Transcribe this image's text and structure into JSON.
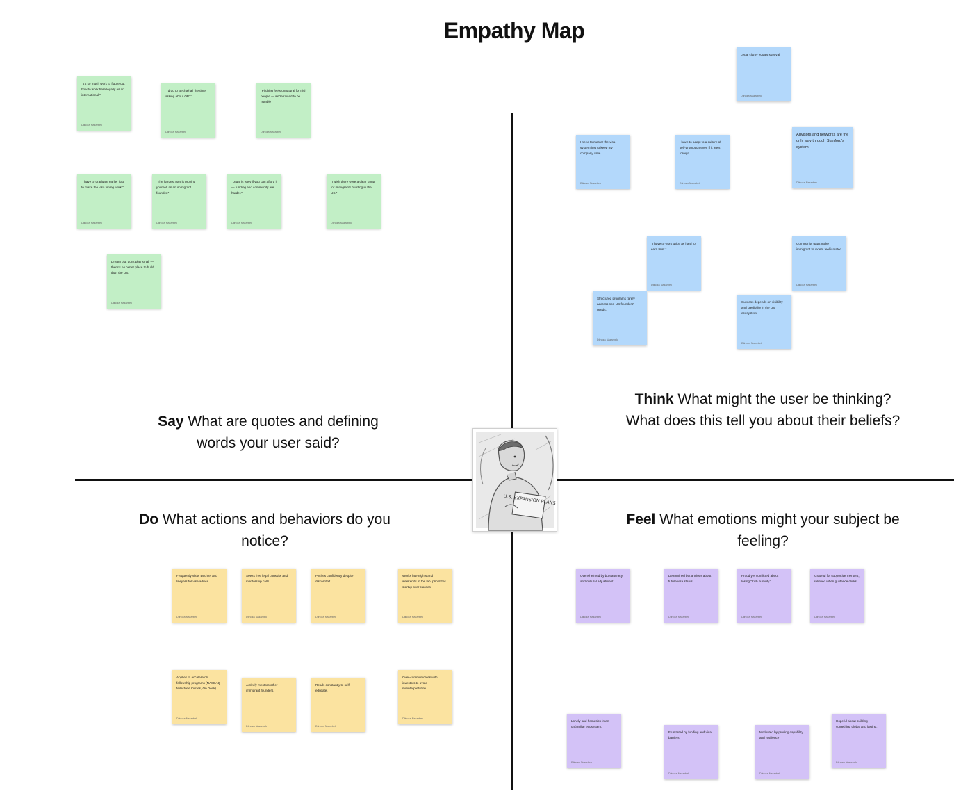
{
  "title": "Empathy Map",
  "quadrants": {
    "say": {
      "bold": "Say",
      "text": " What are quotes and defining words your user said?"
    },
    "think": {
      "bold": "Think",
      "text": " What might the user be thinking? What does this tell you about their beliefs?"
    },
    "do": {
      "bold": "Do",
      "text": " What actions and behaviors do you notice?"
    },
    "feel": {
      "bold": "Feel",
      "text": " What emotions might your subject be feeling?"
    }
  },
  "portrait": {
    "sign_text": "U.S. EXPANSION PLANS"
  },
  "author": "Dilnoza Nazarbek",
  "say_notes": [
    "\"It's so much work to figure out how to work here legally as an international.\"",
    "\"I'd go to Bechtel all the time asking about OPT.\"",
    "\"Pitching feels unnatural for Irish people — we're raised to be humble\"",
    "\"I have to graduate earlier just to make the visa timing work.\"",
    "\"The hardest part is proving yourself as an immigrant founder.\"",
    "\"Legal is easy if you can afford it — funding and community are harder.\"",
    "\"I wish there were a clear ramp for immigrants building in the US.\"",
    "Dream big, don't play small — there's no better place to build than the US.\""
  ],
  "think_notes": [
    "Legal clarity equals survival.",
    "I need to master the visa system just to keep my company alive",
    "I have to adapt to a culture of self-promotion even if it feels foreign.",
    "Advisors and networks are the only way through Stanford's system",
    "\"I have to work twice as hard to earn trust.\"",
    "Community gaps make immigrant founders feel isolated",
    "Structured programs rarely address non-US founders' needs.",
    "Success depends on visibility and credibility in the US ecosystem."
  ],
  "do_notes": [
    "Frequently visits Bechtel and lawyers for visa advice.",
    "Seeks free legal consults and mentorship calls.",
    "Pitches confidently despite discomfort.",
    "Works late nights and weekends in the lab; prioritizes startup over classes.",
    "Applies to accelerator/ fellowship programs (NASDAQ Milestone Circles, On Deck).",
    "Actively mentors other immigrant founders.",
    "Reads constantly to self-educate.",
    "Over-communicates with investors to avoid misinterpretation."
  ],
  "feel_notes": [
    "Overwhelmed by bureaucracy and cultural adjustment.",
    "Determined but anxious about future visa status.",
    "Proud yet conflicted about losing \"Irish humility.\"",
    "Grateful for supportive mentors; relieved when guidance clicks.",
    "Lonely and homesick in an unfamiliar ecosystem.",
    "Frustrated by funding and visa barriers.",
    "Motivated by proving capability and resilience",
    "Hopeful about building something global and lasting."
  ],
  "colors": {
    "say": "#c2efc6",
    "think": "#b3d8fb",
    "do": "#fbe3a0",
    "feel": "#d3c2f7",
    "lines": "#111111"
  }
}
